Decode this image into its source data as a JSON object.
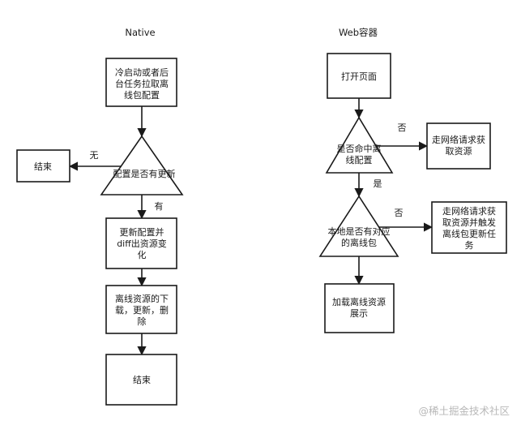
{
  "native": {
    "title": "Native",
    "start": [
      "冷启动或者后",
      "台任务拉取离",
      "线包配置"
    ],
    "decision": [
      "配置是否有更新"
    ],
    "decision_no": "无",
    "end_left": [
      "结束"
    ],
    "decision_yes": "有",
    "diff": [
      "更新配置并",
      "diff出资源变",
      "化"
    ],
    "update": [
      "离线资源的下",
      "载，更新，删",
      "除"
    ],
    "end": [
      "结束"
    ]
  },
  "web": {
    "title": "Web容器",
    "open": [
      "打开页面"
    ],
    "decision1": [
      "是否命中离",
      "线配置"
    ],
    "d1_no": "否",
    "net1": [
      "走网络请求获",
      "取资源"
    ],
    "d1_yes": "是",
    "decision2": [
      "本地是否有对应",
      "的离线包"
    ],
    "d2_no": "否",
    "net2": [
      "走网络请求获",
      "取资源并触发",
      "离线包更新任",
      "务"
    ],
    "load": [
      "加载离线资源",
      "展示"
    ]
  },
  "watermark": "@稀土掘金技术社区"
}
